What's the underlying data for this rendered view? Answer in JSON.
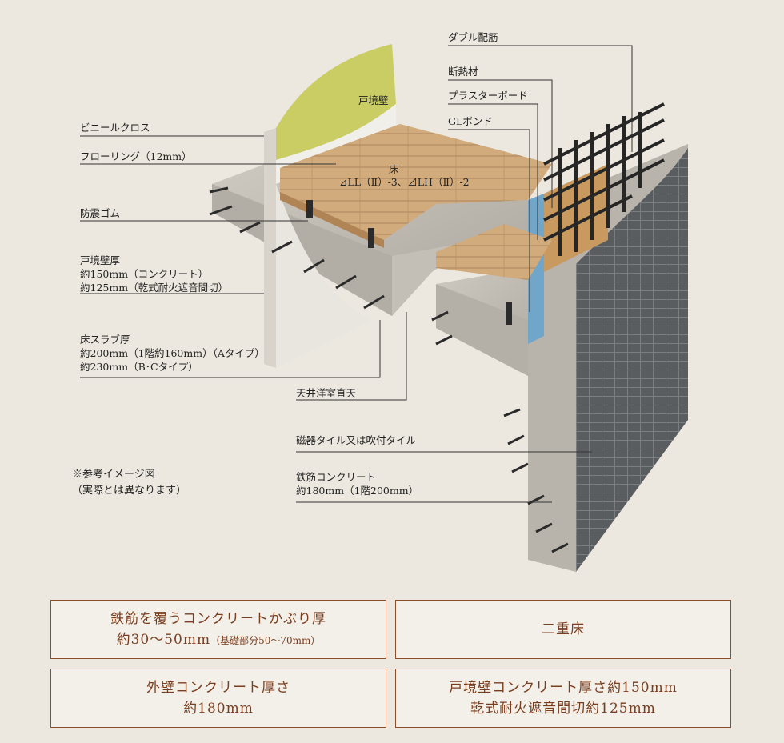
{
  "callouts": {
    "vinyl_cloth": "ビニールクロス",
    "flooring": "フローリング（12mm）",
    "anti_vibration_rubber": "防震ゴム",
    "partition_wall": {
      "line1": "戸境壁厚",
      "line2": "約150mm（コンクリート）",
      "line3": "約125mm（乾式耐火遮音間切）"
    },
    "floor_slab": {
      "line1": "床スラブ厚",
      "line2": "約200mm（1階約160mm）（Aタイプ）",
      "line3": "約230mm（B･Cタイプ）"
    },
    "ceiling": "天井洋室直天",
    "partition_wall_label": "戸境壁",
    "floor_label": "床",
    "floor_rating": "⊿LL（Ⅱ）-3、⊿LH（Ⅱ）-2",
    "double_rebar": "ダブル配筋",
    "insulation": "断熱材",
    "plaster_board": "プラスターボード",
    "gl_bond": "GLボンド",
    "tile": "磁器タイル又は吹付タイル",
    "rc": {
      "line1": "鉄筋コンクリート",
      "line2": "約180mm（1階200mm）"
    }
  },
  "note": {
    "line1": "※参考イメージ図",
    "line2": "（実際とは異なります）"
  },
  "panels": {
    "cover": {
      "line1": "鉄筋を覆うコンクリートかぶり厚",
      "line2_main": "約30～50mm",
      "line2_small": "（基礎部分50～70mm）"
    },
    "double_floor": {
      "line1": "二重床"
    },
    "outer_wall": {
      "line1": "外壁コンクリート厚さ",
      "line2": "約180mm"
    },
    "partition": {
      "line1": "戸境壁コンクリート厚さ約150mm",
      "line2": "乾式耐火遮音間切約125mm"
    }
  },
  "colors": {
    "background": "#ece7df",
    "accent_text": "#7a3e1e",
    "panel_border": "#8a4e2c",
    "concrete": "#bdb8ae",
    "tile": "#55585a",
    "wood": "#c9a070",
    "rebar": "#2a2a2a"
  }
}
